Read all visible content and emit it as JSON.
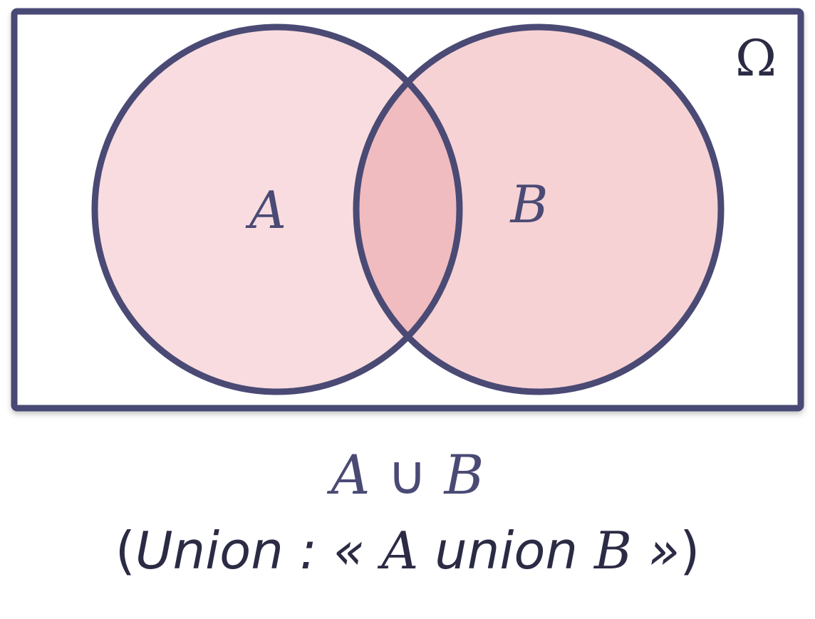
{
  "diagram": {
    "universe_label": "Ω",
    "set_a_label": "A",
    "set_b_label": "B",
    "formula": {
      "set_a": "A",
      "operator": "∪",
      "set_b": "B"
    },
    "caption": {
      "open_paren": "(",
      "text_prefix": "Union : «",
      "set_a": "A",
      "text_middle": "union",
      "set_b": "B",
      "close_quote": "»",
      "close_paren": ")"
    },
    "colors": {
      "outline": "#4a4a75",
      "fill": "#f4c6c8",
      "overlap": "#eba4aa",
      "text": "#4a4a75"
    }
  }
}
